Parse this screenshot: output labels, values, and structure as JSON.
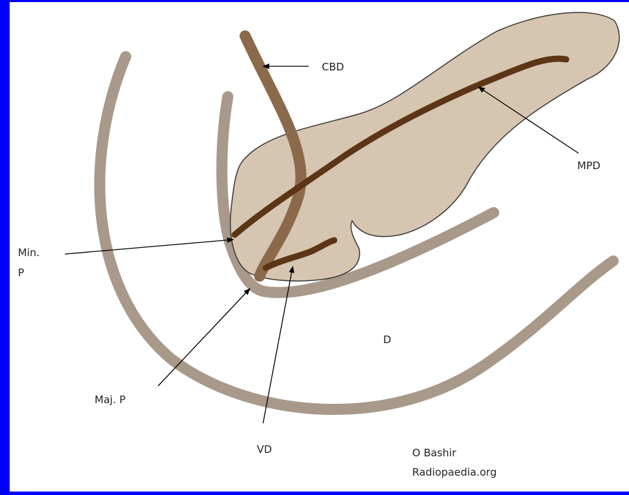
{
  "colors": {
    "frame": "#0000ff",
    "background": "#ffffff",
    "duodenum_wall": "#a8998b",
    "pancreas_fill": "#d6c5b0",
    "pancreas_outline": "#3a3a3a",
    "common_bile_duct": "#8b6a4c",
    "pancreatic_duct": "#5b3515",
    "leader_line": "#000000"
  },
  "labels": {
    "cbd": "CBD",
    "mpd": "MPD",
    "min_p_line1": "Min.",
    "min_p_line2": "P",
    "maj_p": "Maj. P",
    "vd": "VD",
    "d": "D"
  },
  "credit": {
    "author": "O Bashir",
    "source": "Radiopaedia.org"
  }
}
